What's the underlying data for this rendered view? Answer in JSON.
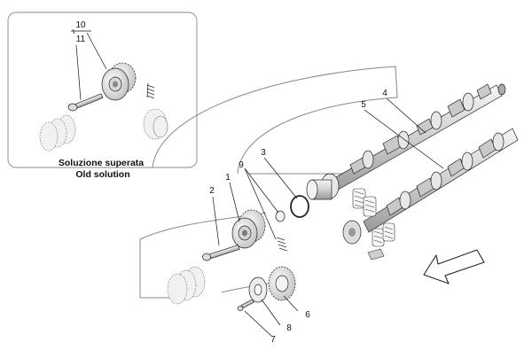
{
  "inset": {
    "caption_line1": "Soluzione superata",
    "caption_line2": "Old solution",
    "callouts": [
      "10",
      "11"
    ]
  },
  "callouts": {
    "c1": "1",
    "c2": "2",
    "c3": "3",
    "c4": "4",
    "c5": "5",
    "c6": "6",
    "c7": "7",
    "c8": "8",
    "c9": "9"
  },
  "icons": {
    "direction_arrow": "arrow-icon"
  }
}
